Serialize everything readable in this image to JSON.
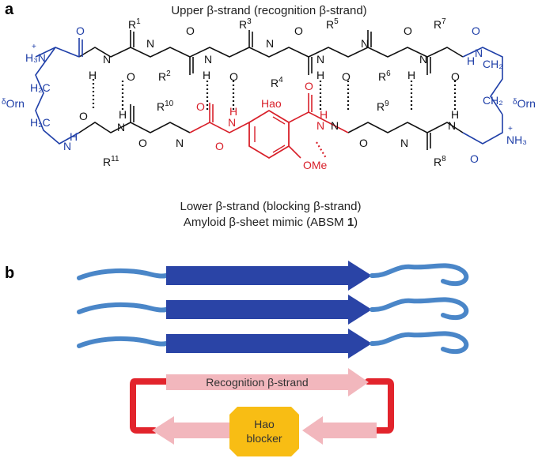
{
  "panel_a": {
    "label": "a",
    "upper_caption": "Upper β-strand (recognition β-strand)",
    "lower_caption_1": "Lower β-strand (blocking β-strand)",
    "lower_caption_2_prefix": "Amyloid β-sheet mimic (ABSM ",
    "lower_caption_2_bold": "1",
    "lower_caption_2_suffix": ")",
    "orn_left": "Orn",
    "orn_right": "Orn",
    "delta": "δ",
    "hao_label": "Hao",
    "ome_label": "OMe",
    "nh3_left": "H₃N",
    "nh3_right": "NH₃",
    "plus": "+",
    "ch2": "H₂C",
    "ch2_right": "CH₂",
    "atom_O": "O",
    "atom_N": "N",
    "atom_H": "H",
    "atom_R": "R",
    "r_upper": [
      "1",
      "2",
      "3",
      "4",
      "5",
      "6",
      "7"
    ],
    "r_lower": [
      "8",
      "9",
      "10",
      "11"
    ]
  },
  "panel_b": {
    "label": "b",
    "recognition_label": "Recognition β-strand",
    "blocker_line1": "Hao",
    "blocker_line2": "blocker"
  },
  "colors": {
    "black": "#111111",
    "blue": "#1f3fa8",
    "red": "#d8202a",
    "strand_dark": "#2a44a6",
    "loop_blue": "#4a86c8",
    "pink": "#f2b7bd",
    "red_loop": "#e2242c",
    "hao_yellow": "#f8bd14"
  }
}
